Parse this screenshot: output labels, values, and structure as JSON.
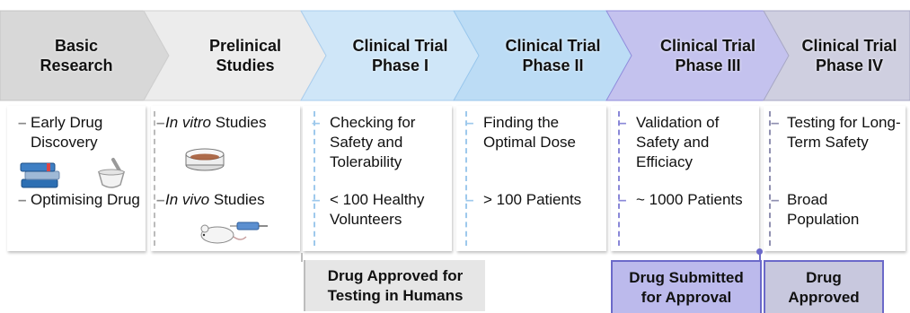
{
  "stages": [
    {
      "line1": "Basic",
      "line2": "Research",
      "fill": "#d8d8d8"
    },
    {
      "line1": "Prelinical",
      "line2": "Studies",
      "fill": "#ececec"
    },
    {
      "line1": "Clinical Trial",
      "line2": "Phase I",
      "fill": "#cfe6f8"
    },
    {
      "line1": "Clinical Trial",
      "line2": "Phase II",
      "fill": "#bcdcf5"
    },
    {
      "line1": "Clinical Trial",
      "line2": "Phase III",
      "fill": "#c4c2ee"
    },
    {
      "line1": "Clinical Trial",
      "line2": "Phase IV",
      "fill": "#cfcfe0"
    }
  ],
  "details": [
    {
      "items": [
        {
          "text": "Early Drug Discovery"
        },
        {
          "text": "Optimising Drug"
        }
      ],
      "accent": "#888888"
    },
    {
      "items": [
        {
          "italic": "In vitro",
          "text": " Studies"
        },
        {
          "italic": "In vivo",
          "text": " Studies"
        }
      ],
      "accent": "#888888"
    },
    {
      "items": [
        {
          "text": "Checking for Safety and Tolerability"
        },
        {
          "text": "< 100 Healthy Volunteers"
        }
      ],
      "accent": "#9ec9ec"
    },
    {
      "items": [
        {
          "text": "Finding the Optimal Dose"
        },
        {
          "text": "> 100 Patients"
        }
      ],
      "accent": "#9ec9ec"
    },
    {
      "items": [
        {
          "text": "Validation of Safety and Efficiacy"
        },
        {
          "text": "~ 1000 Patients"
        }
      ],
      "accent": "#8a88d8"
    },
    {
      "items": [
        {
          "text": "Testing for Long-Term Safety"
        },
        {
          "text": "Broad Population"
        }
      ],
      "accent": "#8f8fb0"
    }
  ],
  "milestones": [
    {
      "line1": "Drug Approved for",
      "line2": "Testing in Humans",
      "fill": "#e6e6e6",
      "border": "#bdbdbd"
    },
    {
      "line1": "Drug Submitted",
      "line2": "for Approval",
      "fill": "#bcbaec",
      "border": "#6b69c9"
    },
    {
      "line1": "Drug",
      "line2": "Approved",
      "fill": "#c8c8de",
      "border": "#6b69c9"
    }
  ],
  "icons": [
    "books-icon",
    "mortar-pestle-icon",
    "petri-dish-icon",
    "mouse-syringe-icon"
  ]
}
